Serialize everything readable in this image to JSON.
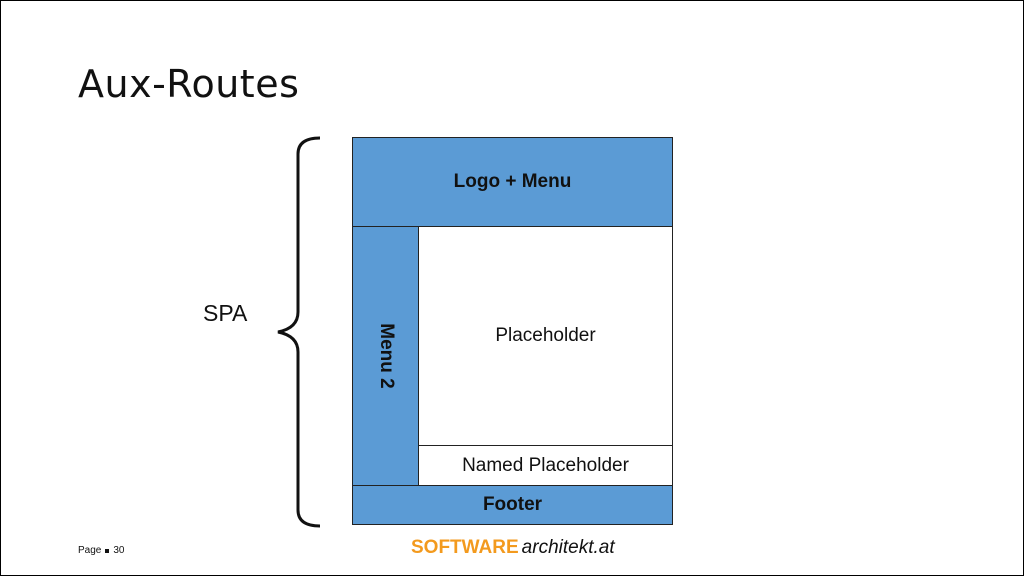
{
  "slide": {
    "title": "Aux-Routes",
    "spa_label": "SPA",
    "page_prefix": "Page",
    "page_number": "30"
  },
  "diagram": {
    "header": "Logo + Menu",
    "side_menu": "Menu 2",
    "placeholder": "Placeholder",
    "named_placeholder": "Named Placeholder",
    "footer": "Footer"
  },
  "brand": {
    "part1": "SOFTWARE",
    "part2": "architekt.at"
  },
  "colors": {
    "block_blue": "#5b9bd5",
    "brand_orange": "#f39a1e"
  }
}
